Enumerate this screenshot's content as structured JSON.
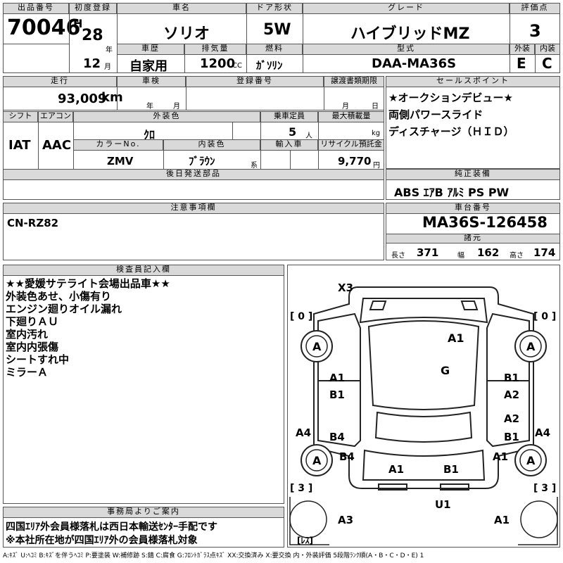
{
  "header": {
    "lot_no_label": "出品番号",
    "lot_no": "70046",
    "reg_label": "初度登録",
    "era": "H",
    "reg_year": "28",
    "year_unit": "年",
    "reg_month": "12",
    "month_unit": "月",
    "model_label": "車名",
    "model": "ソリオ",
    "door_label": "ドア形状",
    "door": "5W",
    "grade_label": "グレード",
    "grade": "ハイブリッドMZ",
    "score_label": "評価点",
    "score": "3",
    "history_label": "車歴",
    "history": "自家用",
    "displacement_label": "排気量",
    "displacement": "1200",
    "cc_unit": "CC",
    "fuel_label": "燃料",
    "fuel": "ｶﾞｿﾘﾝ",
    "type_label": "型式",
    "type": "DAA-MA36S",
    "ext_score_label": "外装",
    "ext_score": "E",
    "int_score_label": "内装",
    "int_score": "C"
  },
  "row2": {
    "mileage_label": "走行",
    "mileage": "93,009",
    "km_unit": "km",
    "inspection_label": "車検",
    "insp_year_unit": "年",
    "insp_month_unit": "月",
    "plate_label": "登録番号",
    "transfer_label": "譲渡書類期限",
    "transfer_month_unit": "月",
    "transfer_day_unit": "日",
    "shift_label": "シフト",
    "shift": "IAT",
    "ac_label": "エアコン",
    "ac": "AAC",
    "color_label": "外装色",
    "color": "ｸﾛ",
    "capacity_label": "乗車定員",
    "capacity": "5",
    "capacity_unit": "人",
    "payload_label": "最大積載量",
    "payload_unit": "kg",
    "color_no_label": "カラーNo.",
    "color_no": "ZMV",
    "int_color_label": "内装色",
    "int_color": "ﾌﾞﾗｳﾝ",
    "int_color_suffix": "系",
    "import_label": "輸入車",
    "recycle_label": "リサイクル預託金",
    "recycle": "9,770",
    "recycle_unit": "円",
    "later_label": "後日発送部品"
  },
  "sales": {
    "label": "セールスポイント",
    "lines": [
      "★オークションデビュー★",
      "両側パワースライド",
      "ディスチャージ（ＨＩＤ）"
    ]
  },
  "equipment": {
    "label": "純正装備",
    "items": "ABS ｴｱB ｱﾙﾐ PS PW"
  },
  "notes": {
    "label": "注意事項欄",
    "text": "CN-RZ82"
  },
  "chassis": {
    "label": "車台番号",
    "number": "MA36S-126458"
  },
  "dims": {
    "label": "諸元",
    "length_label": "長さ",
    "length": "371",
    "width_label": "幅",
    "width": "162",
    "height_label": "高さ",
    "height": "174"
  },
  "inspector": {
    "label": "検査員記入欄",
    "lines": [
      "★★愛媛サテライト会場出品車★★",
      "外装色あせ、小傷有り",
      "エンジン廻りオイル漏れ",
      "下廻りＡＵ",
      "室内汚れ",
      "室内内張傷",
      "シートすれ中",
      "ミラーＡ"
    ]
  },
  "office": {
    "label": "事務局よりご案内",
    "lines": [
      "四国ｴﾘｱ外会員様落札は西日本輸送ｾﾝﾀｰ手配です",
      "※本社所在地が四国ｴﾘｱ外の会員様落札対象"
    ]
  },
  "diagram": {
    "x3": "X3",
    "bracket_left": "[ 0 ]",
    "bracket_right": "[ 0 ]",
    "bracket_left_bottom": "[ 3 ]",
    "bracket_right_bottom": "[ 3 ]",
    "wheel_fl": "A",
    "wheel_fr": "A",
    "wheel_rl": "A",
    "wheel_rr": "A",
    "hood": "A1",
    "roof": "G",
    "left_front_door_a1": "A1",
    "left_front_door_b1": "B1",
    "right_front_door_b1": "B1",
    "right_front_door_a2": "A2",
    "right_rear_door_a2": "A2",
    "right_rear_door_b1": "B1",
    "left_rear_door_b4": "B4",
    "left_rear_qtr_b4": "B4",
    "right_rear_qtr_a1": "A1",
    "left_fender_a4": "A4",
    "right_fender_a4": "A4",
    "trunk_a1": "A1",
    "trunk_b1": "B1",
    "bumper_u1": "U1",
    "corner_left": "A3",
    "corner_right": "A1",
    "spare": "[ﾚｽ]"
  },
  "legend": "A:ｷｽﾞ U:ﾍｺﾐ B:ｷｽﾞを伴うﾍｺﾐ P:要塗装 W:補修跡 S:錆 C:腐食 G:ﾌﾛﾝﾄｶﾞﾗｽ点ｷｽﾞ XX:交換済み X:要交換 内・外装評価 5段階ﾗﾝｸ順(A・B・C・D・E) 1"
}
